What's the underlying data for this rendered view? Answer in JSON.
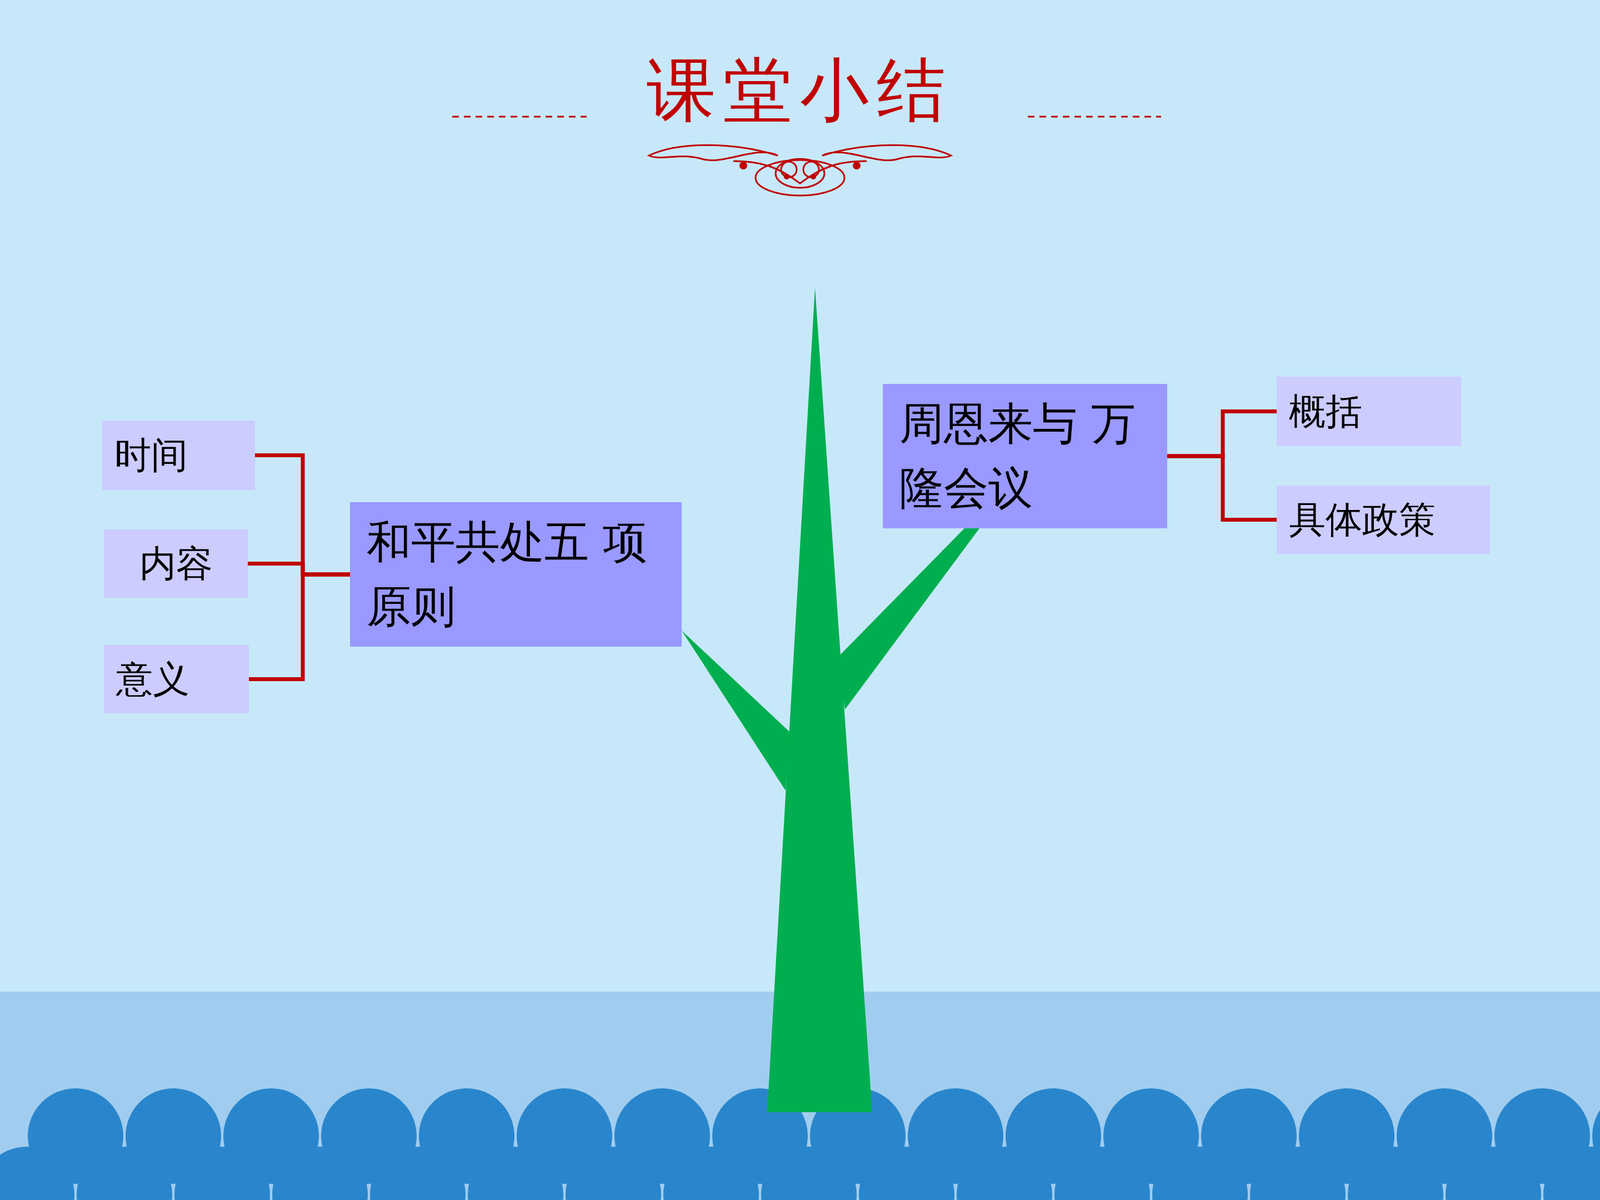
{
  "diagram": {
    "title": "课堂小结",
    "nodes": [
      {
        "text": [
          "和平共处五 项原则"
        ]
      },
      {
        "text": [
          "时间"
        ]
      },
      {
        "text": [
          "内容"
        ]
      },
      {
        "text": [
          "意义"
        ]
      },
      {
        "text": [
          "周恩来与 万隆会议"
        ]
      },
      {
        "text": [
          "概括"
        ]
      },
      {
        "text": [
          "具体政策"
        ]
      }
    ],
    "edges": [
      {
        "from": 0,
        "to": 1,
        "arrow": "none"
      },
      {
        "from": 0,
        "to": 2,
        "arrow": "none"
      },
      {
        "from": 0,
        "to": 3,
        "arrow": "none"
      },
      {
        "from": 4,
        "to": 5,
        "arrow": "none"
      },
      {
        "from": 4,
        "to": 6,
        "arrow": "none"
      }
    ]
  }
}
